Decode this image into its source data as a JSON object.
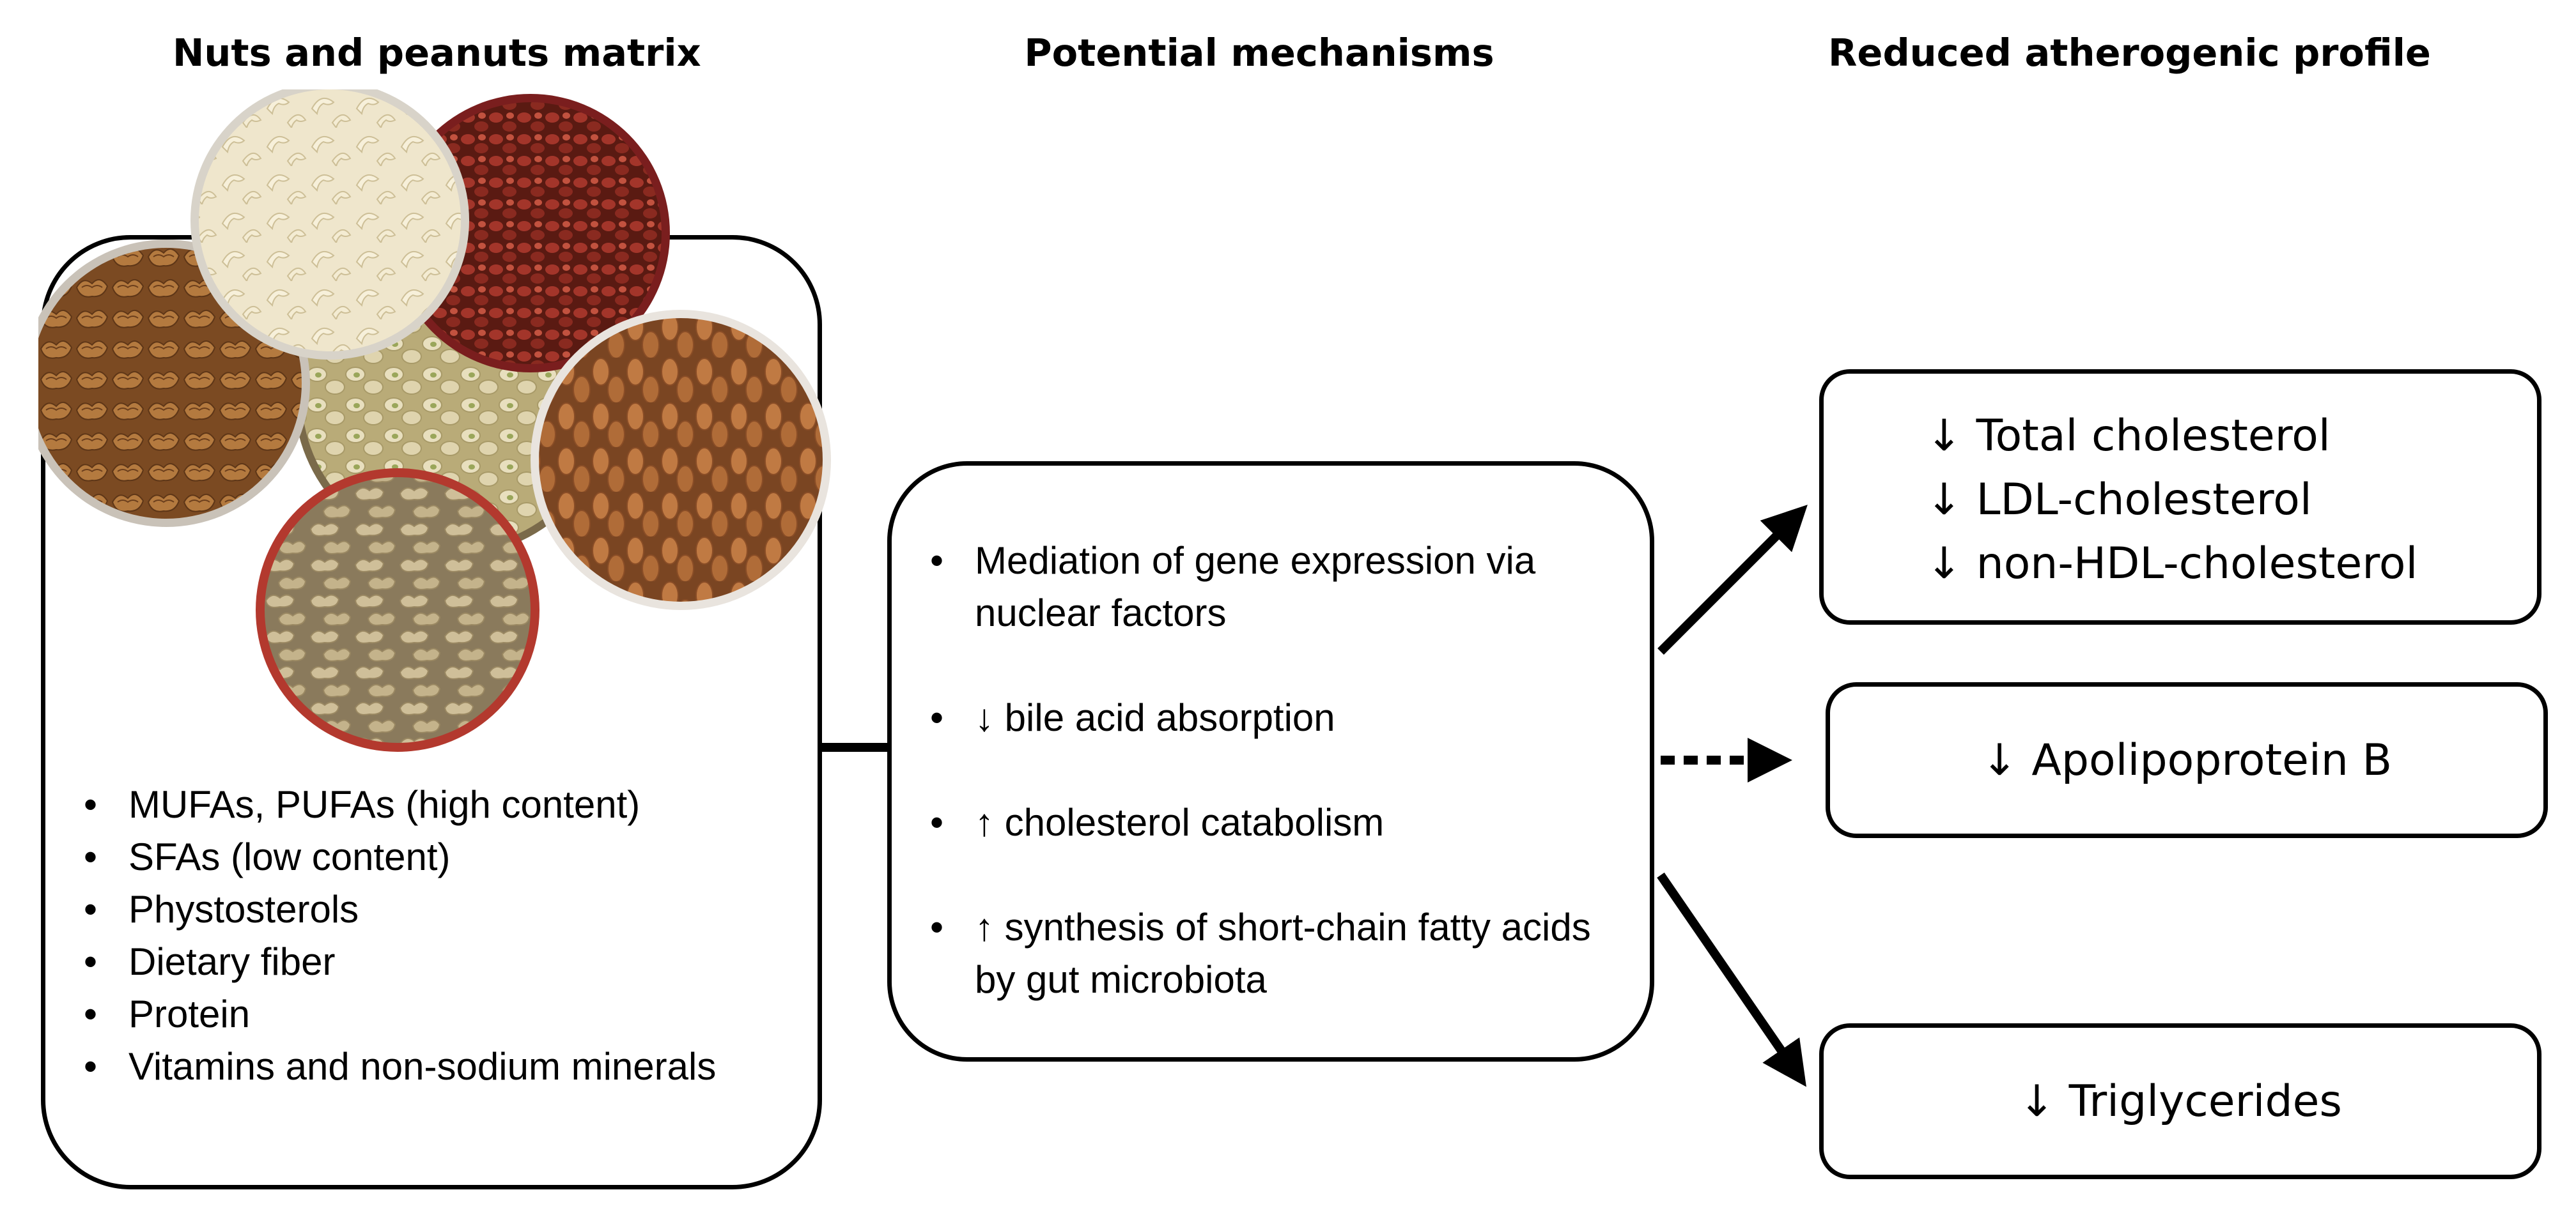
{
  "headings": {
    "nuts": "Nuts and peanuts matrix",
    "mechanisms": "Potential mechanisms",
    "profile": "Reduced atherogenic profile"
  },
  "bullet_glyph": "•",
  "matrix_components": [
    "MUFAs, PUFAs (high content)",
    "SFAs (low content)",
    "Phystosterols",
    "Dietary fiber",
    "Protein",
    "Vitamins and non-sodium minerals"
  ],
  "mechanisms": [
    "Mediation of gene expression via nuclear factors",
    "↓ bile acid absorption",
    "↑ cholesterol catabolism",
    "↑ synthesis of short-chain fatty acids by gut microbiota"
  ],
  "outcomes": {
    "lipids": [
      "↓ Total cholesterol",
      "↓ LDL-cholesterol",
      "↓ non-HDL-cholesterol"
    ],
    "apob": "↓ Apolipoprotein B",
    "triglycerides": "↓ Triglycerides"
  },
  "photo": {
    "icon": "nuts-assortment-photo",
    "nuts": [
      "cashews",
      "red-skinned peanuts",
      "pistachios",
      "walnuts",
      "almonds",
      "peanuts in shell"
    ]
  },
  "colors": {
    "ink": "#000000",
    "background": "#ffffff"
  }
}
